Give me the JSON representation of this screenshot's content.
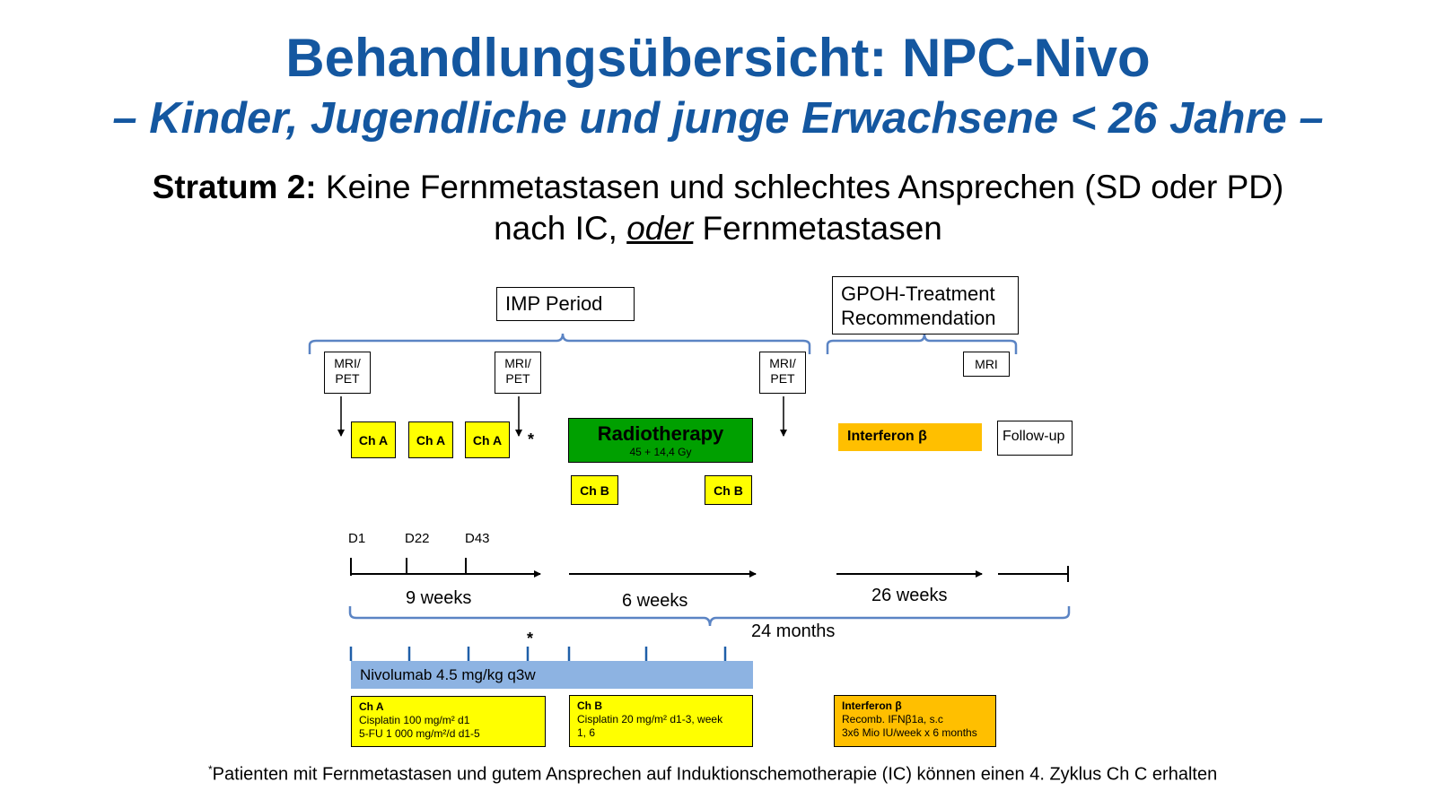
{
  "title": "Behandlungsübersicht: NPC-Nivo",
  "subtitle": "– Kinder, Jugendliche und junge Erwachsene < 26 Jahre –",
  "stratum": {
    "label": "Stratum 2:",
    "line1_text": " Keine Fernmetastasen und schlechtes Ansprechen (SD oder PD)",
    "line2_pre": "nach IC, ",
    "line2_emph": "oder",
    "line2_post": " Fernmetastasen"
  },
  "periods": {
    "imp": "IMP Period",
    "gpoh_line1": "GPOH-Treatment",
    "gpoh_line2": "Recommendation"
  },
  "imaging": {
    "mri_pet_line1": "MRI/",
    "mri_pet_line2": "PET",
    "mri": "MRI"
  },
  "treatments": {
    "cha": "Ch A",
    "chb": "Ch B",
    "radiotherapy": "Radiotherapy",
    "radiotherapy_dose": "45 + 14,4 Gy",
    "interferon": "Interferon β",
    "followup": "Follow-up",
    "asterisk": "*"
  },
  "timeline": {
    "d1": "D1",
    "d22": "D22",
    "d43": "D43",
    "weeks_9": "9 weeks",
    "weeks_6": "6 weeks",
    "weeks_26": "26 weeks",
    "months_24": "24 months"
  },
  "nivolumab": "Nivolumab 4.5 mg/kg q3w",
  "details": {
    "cha_title": "Ch A",
    "cha_line1": "Cisplatin 100 mg/m² d1",
    "cha_line2": "5-FU 1 000 mg/m²/d d1-5",
    "chb_title": "Ch B",
    "chb_line1": "Cisplatin 20 mg/m² d1-3, week",
    "chb_line2": "1, 6",
    "ifn_title": "Interferon β",
    "ifn_line1": "Recomb. IFNβ1a, s.c",
    "ifn_line2": "3x6 Mio IU/week x 6 months"
  },
  "footnote_mark": "*",
  "footnote": "Patienten mit Fernmetastasen und gutem Ansprechen auf Induktionschemotherapie (IC) können einen 4. Zyklus Ch C erhalten",
  "colors": {
    "title_blue": "#1457a0",
    "brace_blue": "#5b84c4",
    "chemo_yellow": "#ffff00",
    "radio_green": "#00a000",
    "interferon_orange": "#ffbf00",
    "nivolumab_blue": "#8db3e2"
  }
}
